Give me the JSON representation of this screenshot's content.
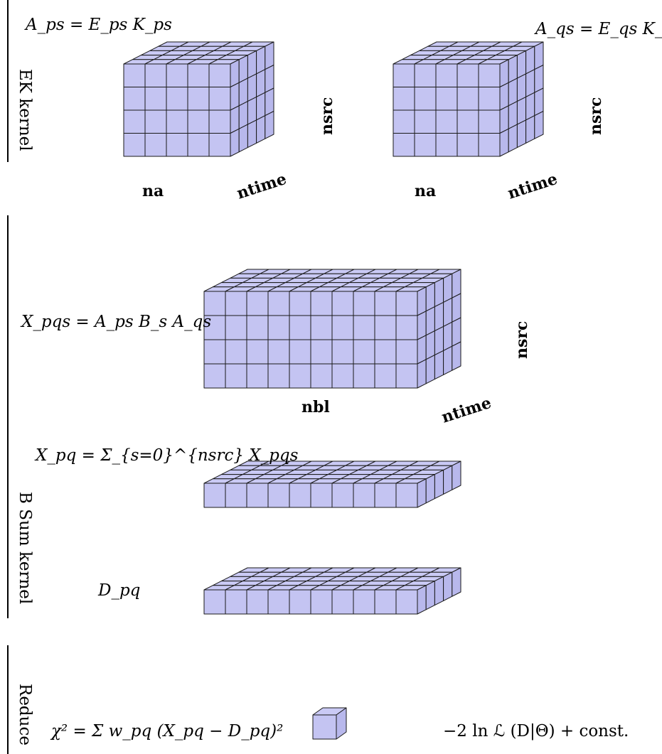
{
  "colors": {
    "top": "#cacaf5",
    "front": "#c4c4f2",
    "side": "#b8b8ec",
    "edge": "#1a1a1a"
  },
  "sections": {
    "ek": "EK kernel",
    "bsum": "B Sum kernel",
    "reduce": "Reduce"
  },
  "equations": {
    "a_ps": "A_ps = E_ps K_ps",
    "a_qs": "A_qs = E_qs K_qs",
    "x_pqs": "X_pqs = A_ps B_s A_qs",
    "x_pq": "X_pq = Σ_{s=0}^{nsrc} X_pqs",
    "d_pq": "D_pq",
    "chi2": "χ² = Σ w_pq (X_pq − D_pq)²",
    "loglik": "−2 ln ℒ (D|Θ) + const."
  },
  "labels": {
    "na": "na",
    "ntime": "ntime",
    "nsrc": "nsrc",
    "nbl": "nbl",
    "s0": "s=0",
    "nsrc_sup": "nsrc"
  },
  "blocks": {
    "ek_left": {
      "front_cols": 5,
      "depth": 5,
      "layers": 4
    },
    "ek_right": {
      "front_cols": 5,
      "depth": 5,
      "layers": 4
    },
    "xpqs": {
      "front_cols": 10,
      "depth": 5,
      "layers": 4
    },
    "xpq": {
      "front_cols": 10,
      "depth": 5,
      "layers": 1
    },
    "dpq": {
      "front_cols": 10,
      "depth": 5,
      "layers": 1
    },
    "chi2": {
      "front_cols": 1,
      "depth": 1,
      "layers": 1
    }
  }
}
